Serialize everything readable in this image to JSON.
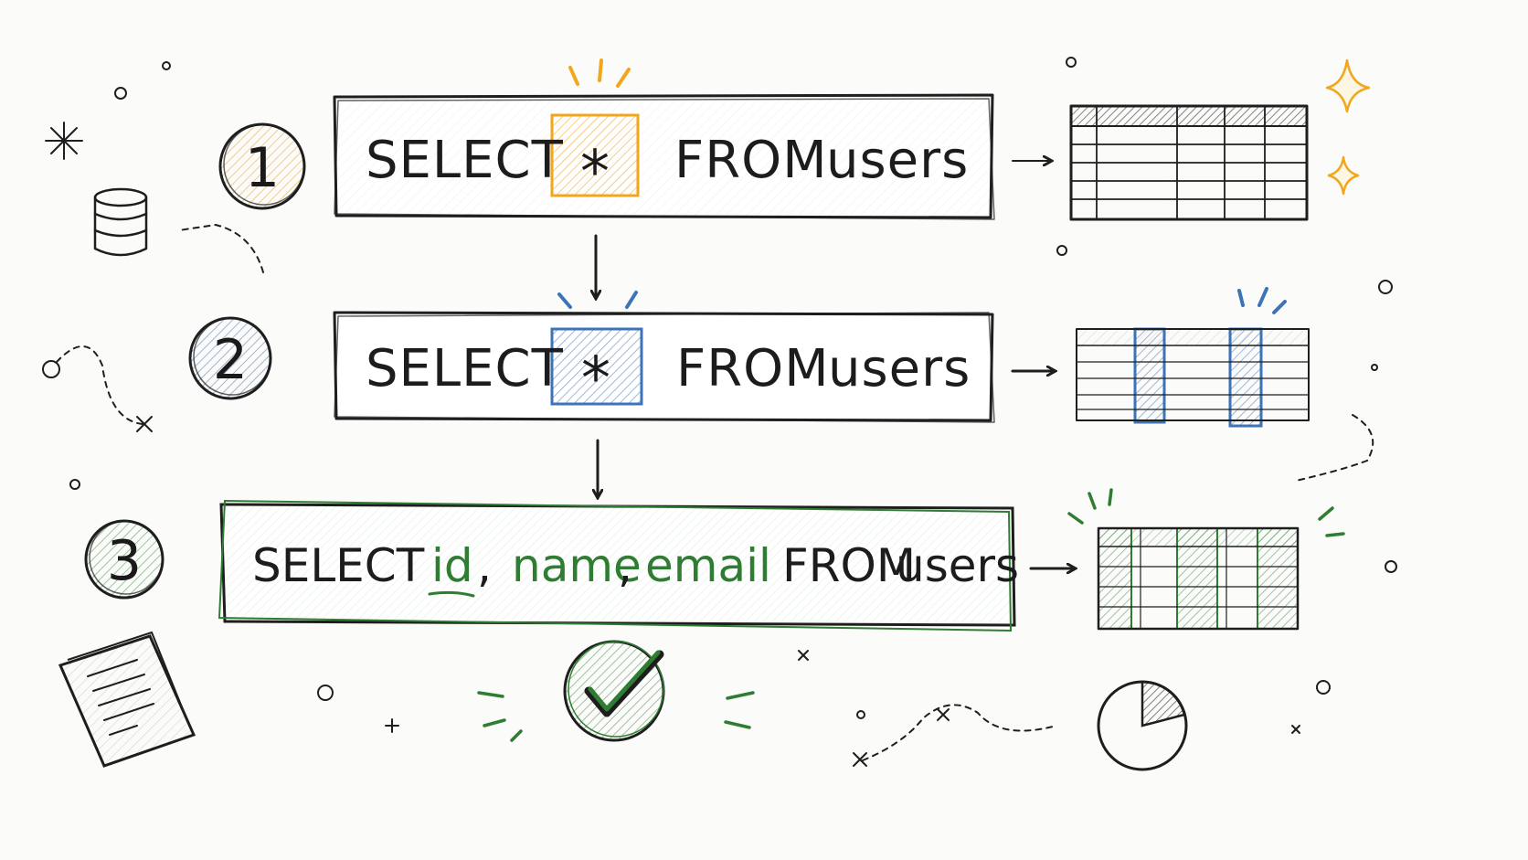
{
  "steps": [
    {
      "number": "1",
      "keyword": "SELECT",
      "columns": "*",
      "from": "FROM",
      "table": "users"
    },
    {
      "number": "2",
      "keyword": "SELECT",
      "columns": "*",
      "from": "FROM",
      "table": "users"
    },
    {
      "number": "3",
      "keyword": "SELECT",
      "col1": "id",
      "col2": "name",
      "col3": "email",
      "sep": ",",
      "from": "FROM",
      "table": "users"
    }
  ],
  "colors": {
    "step1": "#f2a71b",
    "step2": "#3d74b8",
    "step3": "#2e7d32",
    "ink": "#1e1e1e",
    "background": "#fbfbfa"
  },
  "icons": [
    "database-icon",
    "document-icon",
    "pie-chart-icon",
    "checkmark-icon",
    "sparkle-icon"
  ]
}
